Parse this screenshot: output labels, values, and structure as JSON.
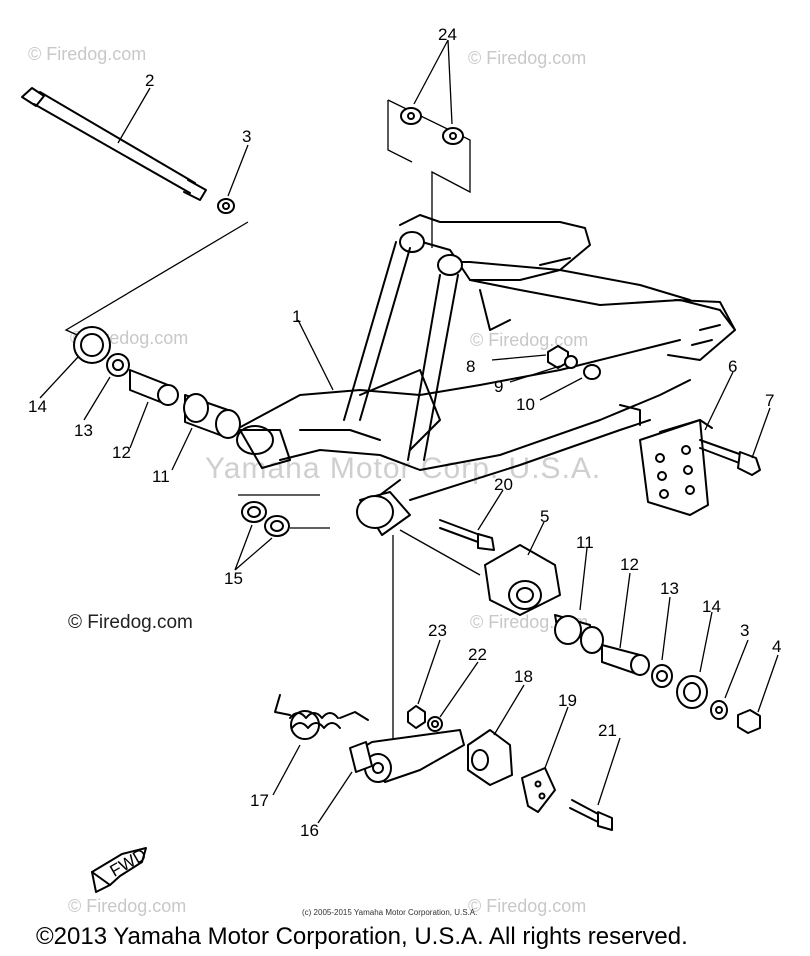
{
  "watermarks": {
    "top_left": "© Firedog.com",
    "top_right": "© Firedog.com",
    "mid_left": "© Firedog.com",
    "mid_right": "© Firedog.com",
    "left_dark": "© Firedog.com",
    "right_lower": "© Firedog.com",
    "bottom_left": "© Firedog.com",
    "bottom_right": "© Firedog.com",
    "center": "Yamaha Motor Corp. U.S.A."
  },
  "copyright_small": "(c) 2005-2015 Yamaha Motor Corporation, U.S.A.",
  "copyright_main": "©2013 Yamaha Motor Corporation, U.S.A. All rights reserved.",
  "fwd_label": "FWD",
  "callouts": {
    "c1": "1",
    "c2": "2",
    "c3a": "3",
    "c3b": "3",
    "c4": "4",
    "c5": "5",
    "c6": "6",
    "c7": "7",
    "c8": "8",
    "c9": "9",
    "c10": "10",
    "c11a": "11",
    "c11b": "11",
    "c12a": "12",
    "c12b": "12",
    "c13a": "13",
    "c13b": "13",
    "c14a": "14",
    "c14b": "14",
    "c15": "15",
    "c16": "16",
    "c17": "17",
    "c18": "18",
    "c19": "19",
    "c20": "20",
    "c21": "21",
    "c22": "22",
    "c23": "23",
    "c24": "24"
  }
}
